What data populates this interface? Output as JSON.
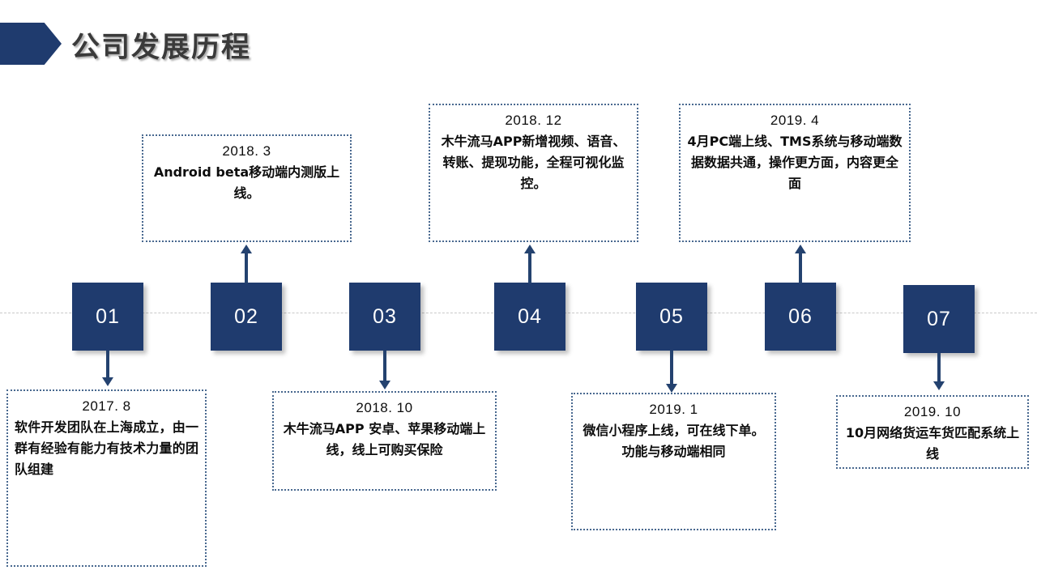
{
  "header": {
    "title": "公司发展历程",
    "chevron_color": "#1F3B6E",
    "title_color": "#3A3A3A"
  },
  "timeline": {
    "axis_style": "dashed",
    "axis_color": "#c9c9c9",
    "node_color": "#1F3B6E",
    "callout_border_color": "#48688F",
    "connector_color": "#24426F",
    "nodes": [
      {
        "number": "01",
        "direction": "down"
      },
      {
        "number": "02",
        "direction": "up"
      },
      {
        "number": "03",
        "direction": "down"
      },
      {
        "number": "04",
        "direction": "up"
      },
      {
        "number": "05",
        "direction": "down"
      },
      {
        "number": "06",
        "direction": "up"
      },
      {
        "number": "07",
        "direction": "down"
      }
    ],
    "events": [
      {
        "index": "01",
        "date": "2017. 8",
        "text": "软件开发团队在上海成立，由一群有经验有能力有技术力量的团队组建"
      },
      {
        "index": "02",
        "date": "2018. 3",
        "text": "Android beta移动端内测版上线。"
      },
      {
        "index": "03",
        "date": "2018. 10",
        "text": "木牛流马APP 安卓、苹果移动端上线，线上可购买保险"
      },
      {
        "index": "04",
        "date": "2018. 12",
        "text": "木牛流马APP新增视频、语音、转账、提现功能，全程可视化监控。"
      },
      {
        "index": "05",
        "date": "2019. 1",
        "text": "微信小程序上线，可在线下单。功能与移动端相同"
      },
      {
        "index": "06",
        "date": "2019. 4",
        "text": "4月PC端上线、TMS系统与移动端数据数据共通，操作更方面，内容更全面"
      },
      {
        "index": "07",
        "date": "2019. 10",
        "text": "10月网络货运车货匹配系统上线"
      }
    ]
  }
}
